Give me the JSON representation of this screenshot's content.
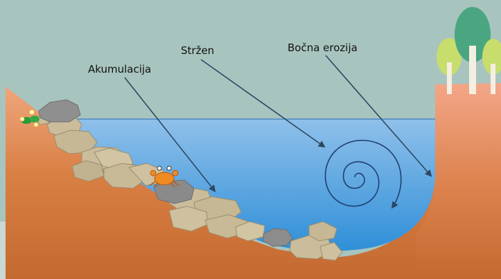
{
  "labels": {
    "akumulacija": "Akumulacija",
    "strzen": "Stržen",
    "bocna_erozija": "Bočna erozija"
  },
  "colors": {
    "sky": "#a8c4bf",
    "water_top": "#8fc0ea",
    "water_bottom": "#2f8fd8",
    "ground_top": "#f0a77f",
    "ground_bottom": "#c46a30",
    "rock": "#c9bb9a",
    "grey_rock": "#8c8c8c",
    "arrow": "#2d4760"
  },
  "icons": [
    "crab-icon",
    "flower-icon",
    "tree-icon",
    "spiral-current-icon"
  ]
}
